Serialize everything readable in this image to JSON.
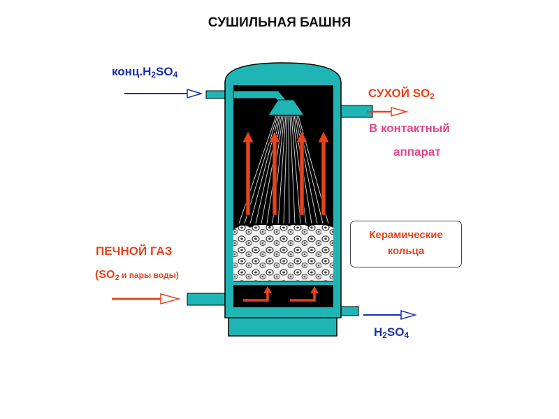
{
  "title": "СУШИЛЬНАЯ БАШНЯ",
  "acid_in": {
    "prefix": "конц.H",
    "sub1": "2",
    "mid": "SO",
    "sub2": "4"
  },
  "gas_out": {
    "label": "СУХОЙ SO",
    "sub": "2"
  },
  "destination": {
    "line1": "В контактный",
    "line2": "аппарат"
  },
  "gas_in": {
    "title": "ПЕЧНОЙ ГАЗ",
    "open": "(SO",
    "sub": "2",
    "rest": " и пары воды)"
  },
  "acid_out": {
    "prefix": "H",
    "sub1": "2",
    "mid": "SO",
    "sub2": "4"
  },
  "callout": "Керамические кольца",
  "colors": {
    "tower": "#1fb5b5",
    "interior": "#000000",
    "blue_arrow": "#1a2fb0",
    "red_arrow": "#e8421e",
    "pink_text": "#e0468a"
  }
}
